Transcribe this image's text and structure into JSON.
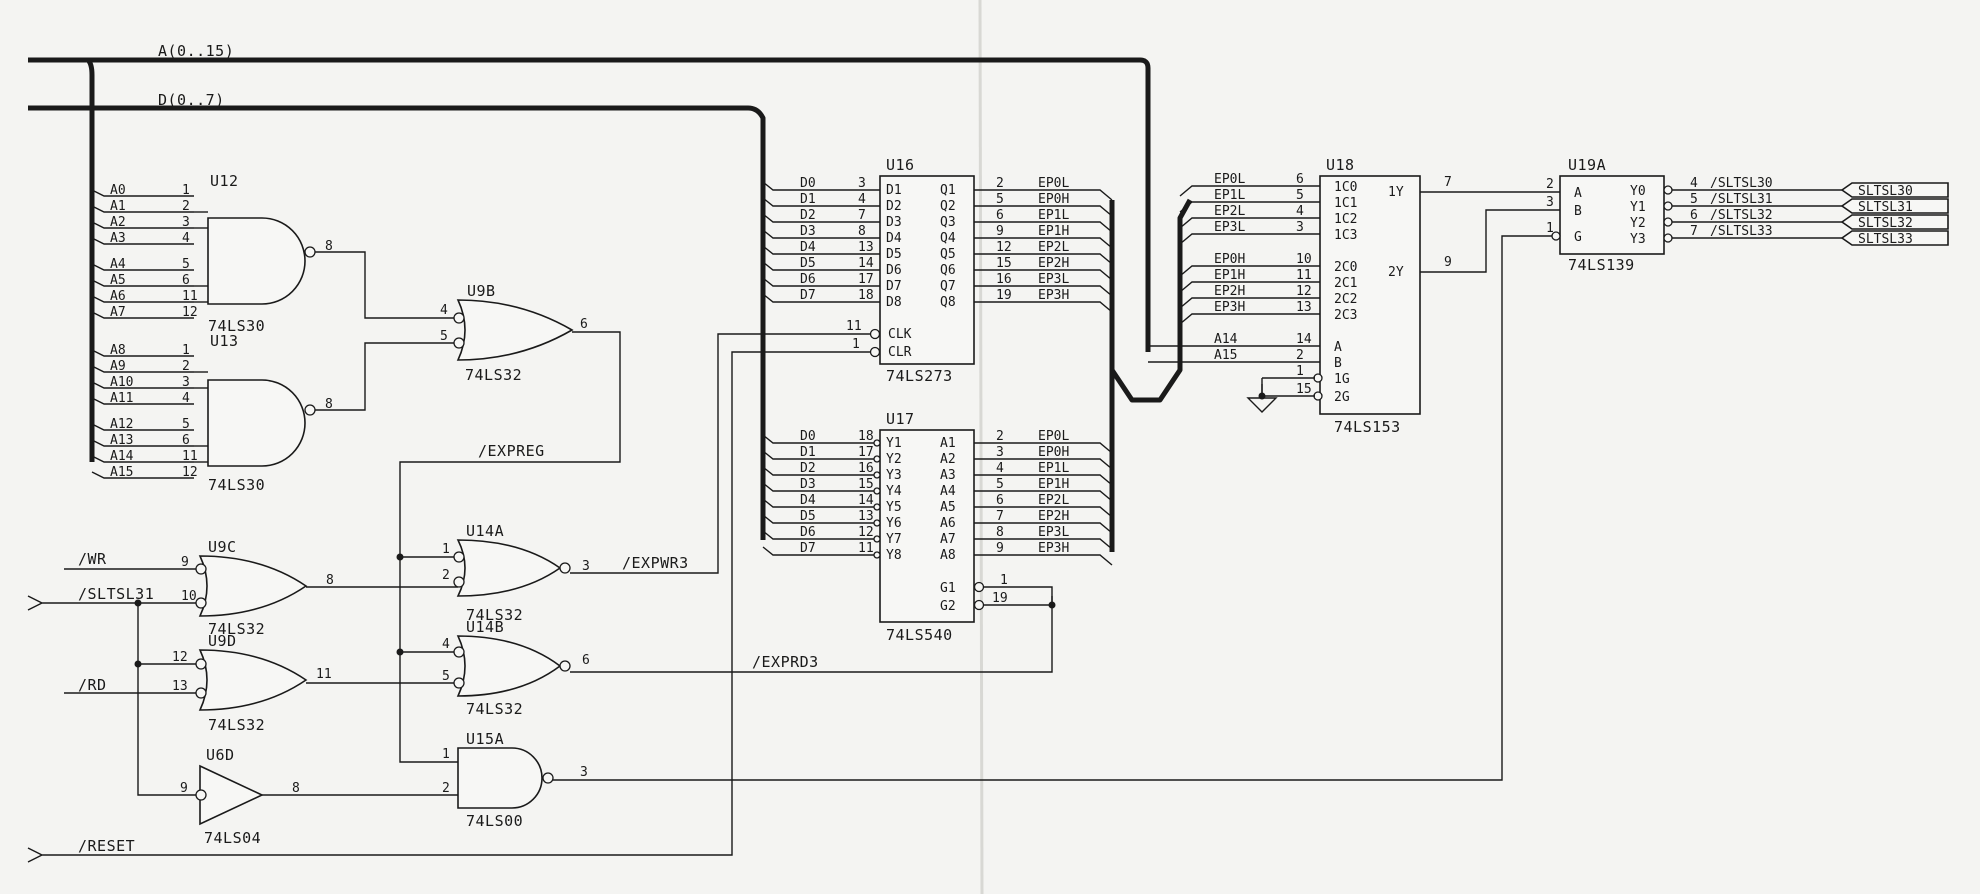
{
  "buses": {
    "address": "A(0..15)",
    "data": "D(0..7)"
  },
  "u12": {
    "ref": "U12",
    "type": "74LS30",
    "out_pin": "8",
    "inputs": [
      {
        "net": "A0",
        "pin": "1"
      },
      {
        "net": "A1",
        "pin": "2"
      },
      {
        "net": "A2",
        "pin": "3"
      },
      {
        "net": "A3",
        "pin": "4"
      },
      {
        "net": "A4",
        "pin": "5"
      },
      {
        "net": "A5",
        "pin": "6"
      },
      {
        "net": "A6",
        "pin": "11"
      },
      {
        "net": "A7",
        "pin": "12"
      }
    ]
  },
  "u13": {
    "ref": "U13",
    "type": "74LS30",
    "out_pin": "8",
    "inputs": [
      {
        "net": "A8",
        "pin": "1"
      },
      {
        "net": "A9",
        "pin": "2"
      },
      {
        "net": "A10",
        "pin": "3"
      },
      {
        "net": "A11",
        "pin": "4"
      },
      {
        "net": "A12",
        "pin": "5"
      },
      {
        "net": "A13",
        "pin": "6"
      },
      {
        "net": "A14",
        "pin": "11"
      },
      {
        "net": "A15",
        "pin": "12"
      }
    ]
  },
  "u9b": {
    "ref": "U9B",
    "type": "74LS32",
    "in1": "4",
    "in2": "5",
    "out": "6"
  },
  "u9c": {
    "ref": "U9C",
    "type": "74LS32",
    "in1": "9",
    "in2": "10",
    "out": "8"
  },
  "u9d": {
    "ref": "U9D",
    "type": "74LS32",
    "in1": "12",
    "in2": "13",
    "out": "11"
  },
  "u14a": {
    "ref": "U14A",
    "type": "74LS32",
    "in1": "1",
    "in2": "2",
    "out": "3"
  },
  "u14b": {
    "ref": "U14B",
    "type": "74LS32",
    "in1": "4",
    "in2": "5",
    "out": "6"
  },
  "u15a": {
    "ref": "U15A",
    "type": "74LS00",
    "in1": "1",
    "in2": "2",
    "out": "3"
  },
  "u6d": {
    "ref": "U6D",
    "type": "74LS04",
    "in": "9",
    "out": "8"
  },
  "signals": {
    "wr": "/WR",
    "sltsl": "/SLTSL31",
    "rd": "/RD",
    "reset": "/RESET",
    "expreg": "/EXPREG",
    "expwr": "/EXPWR3",
    "exprd": "/EXPRD3"
  },
  "u16": {
    "ref": "U16",
    "type": "74LS273",
    "clk": "CLK",
    "clr": "CLR",
    "clk_pin": "11",
    "clr_pin": "1",
    "rows": [
      {
        "net": "D0",
        "ipin": "3",
        "ilbl": "D1",
        "olbl": "Q1",
        "opin": "2",
        "onet": "EP0L"
      },
      {
        "net": "D1",
        "ipin": "4",
        "ilbl": "D2",
        "olbl": "Q2",
        "opin": "5",
        "onet": "EP0H"
      },
      {
        "net": "D2",
        "ipin": "7",
        "ilbl": "D3",
        "olbl": "Q3",
        "opin": "6",
        "onet": "EP1L"
      },
      {
        "net": "D3",
        "ipin": "8",
        "ilbl": "D4",
        "olbl": "Q4",
        "opin": "9",
        "onet": "EP1H"
      },
      {
        "net": "D4",
        "ipin": "13",
        "ilbl": "D5",
        "olbl": "Q5",
        "opin": "12",
        "onet": "EP2L"
      },
      {
        "net": "D5",
        "ipin": "14",
        "ilbl": "D6",
        "olbl": "Q6",
        "opin": "15",
        "onet": "EP2H"
      },
      {
        "net": "D6",
        "ipin": "17",
        "ilbl": "D7",
        "olbl": "Q7",
        "opin": "16",
        "onet": "EP3L"
      },
      {
        "net": "D7",
        "ipin": "18",
        "ilbl": "D8",
        "olbl": "Q8",
        "opin": "19",
        "onet": "EP3H"
      }
    ]
  },
  "u17": {
    "ref": "U17",
    "type": "74LS540",
    "g1": "G1",
    "g2": "G2",
    "g1_pin": "1",
    "g2_pin": "19",
    "rows": [
      {
        "net": "D0",
        "ipin": "18",
        "ilbl": "Y1",
        "olbl": "A1",
        "opin": "2",
        "onet": "EP0L"
      },
      {
        "net": "D1",
        "ipin": "17",
        "ilbl": "Y2",
        "olbl": "A2",
        "opin": "3",
        "onet": "EP0H"
      },
      {
        "net": "D2",
        "ipin": "16",
        "ilbl": "Y3",
        "olbl": "A3",
        "opin": "4",
        "onet": "EP1L"
      },
      {
        "net": "D3",
        "ipin": "15",
        "ilbl": "Y4",
        "olbl": "A4",
        "opin": "5",
        "onet": "EP1H"
      },
      {
        "net": "D4",
        "ipin": "14",
        "ilbl": "Y5",
        "olbl": "A5",
        "opin": "6",
        "onet": "EP2L"
      },
      {
        "net": "D5",
        "ipin": "13",
        "ilbl": "Y6",
        "olbl": "A6",
        "opin": "7",
        "onet": "EP2H"
      },
      {
        "net": "D6",
        "ipin": "12",
        "ilbl": "Y7",
        "olbl": "A7",
        "opin": "8",
        "onet": "EP3L"
      },
      {
        "net": "D7",
        "ipin": "11",
        "ilbl": "Y8",
        "olbl": "A8",
        "opin": "9",
        "onet": "EP3H"
      }
    ]
  },
  "u18": {
    "ref": "U18",
    "type": "74LS153",
    "out1_lbl": "1Y",
    "out1_pin": "7",
    "out2_lbl": "2Y",
    "out2_pin": "9",
    "rows": [
      {
        "net": "EP0L",
        "pin": "6",
        "lbl": "1C0"
      },
      {
        "net": "EP1L",
        "pin": "5",
        "lbl": "1C1"
      },
      {
        "net": "EP2L",
        "pin": "4",
        "lbl": "1C2"
      },
      {
        "net": "EP3L",
        "pin": "3",
        "lbl": "1C3"
      },
      {
        "net": "EP0H",
        "pin": "10",
        "lbl": "2C0"
      },
      {
        "net": "EP1H",
        "pin": "11",
        "lbl": "2C1"
      },
      {
        "net": "EP2H",
        "pin": "12",
        "lbl": "2C2"
      },
      {
        "net": "EP3H",
        "pin": "13",
        "lbl": "2C3"
      },
      {
        "net": "A14",
        "pin": "14",
        "lbl": "A"
      },
      {
        "net": "A15",
        "pin": "2",
        "lbl": "B"
      },
      {
        "net": "",
        "pin": "1",
        "lbl": "1G"
      },
      {
        "net": "",
        "pin": "15",
        "lbl": "2G"
      }
    ]
  },
  "u19a": {
    "ref": "U19A",
    "type": "74LS139",
    "inputs": [
      {
        "pin": "2",
        "lbl": "A"
      },
      {
        "pin": "3",
        "lbl": "B"
      },
      {
        "pin": "1",
        "lbl": "G"
      }
    ],
    "outputs": [
      {
        "lbl": "Y0",
        "pin": "4",
        "net": "/SLTSL30",
        "port": "SLTSL30"
      },
      {
        "lbl": "Y1",
        "pin": "5",
        "net": "/SLTSL31",
        "port": "SLTSL31"
      },
      {
        "lbl": "Y2",
        "pin": "6",
        "net": "/SLTSL32",
        "port": "SLTSL32"
      },
      {
        "lbl": "Y3",
        "pin": "7",
        "net": "/SLTSL33",
        "port": "SLTSL33"
      }
    ]
  },
  "colors": {
    "ink": "#1a1a1a",
    "paper": "#f4f4f2"
  }
}
